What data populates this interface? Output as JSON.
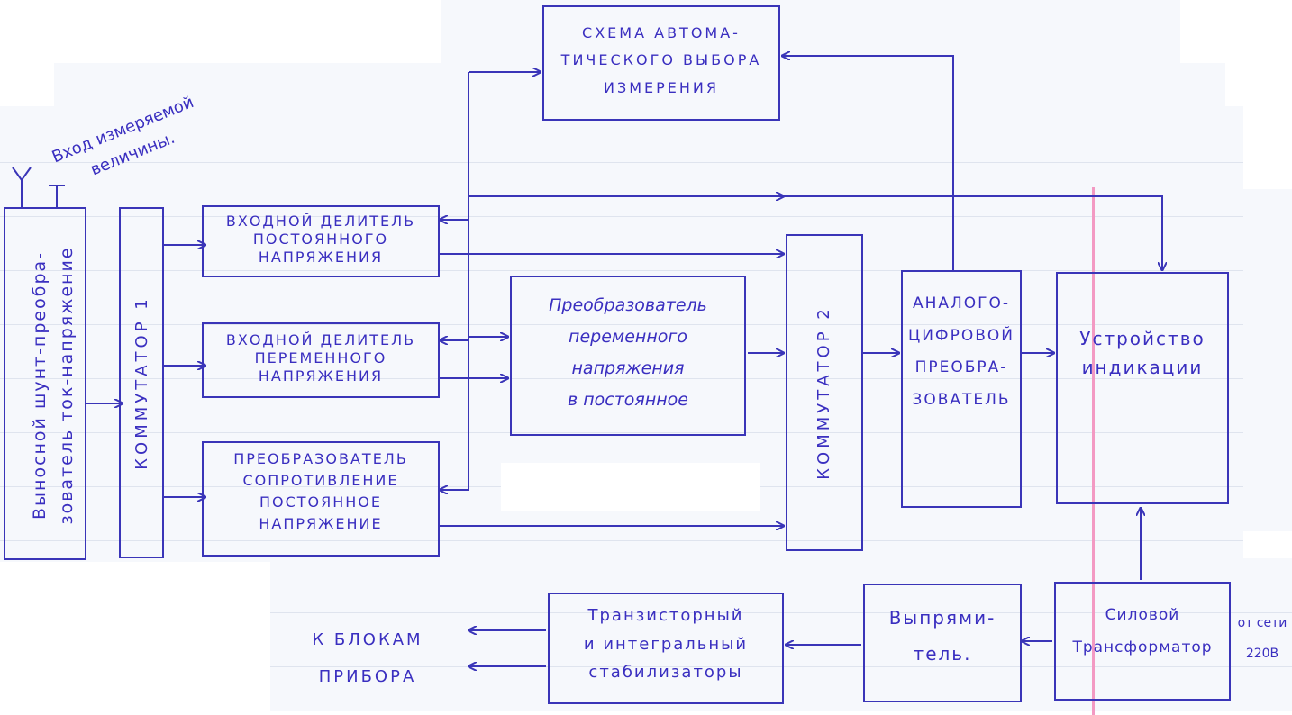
{
  "colors": {
    "ink": "#3a2fc0",
    "margin_line": "#f39ac3",
    "paper": "#f6f8fc"
  },
  "input": {
    "label": "Вход измеряемой величины."
  },
  "blocks": {
    "shunt": "Выносной шунт-преобра-\nзователь ток-напряжение",
    "kommutator1": "КОММУТАТОР 1",
    "dc_divider": "ВХОДНОЙ ДЕЛИТЕЛЬ\nПОСТОЯННОГО\nНАПРЯЖЕНИЯ",
    "ac_divider": "ВХОДНОЙ ДЕЛИТЕЛЬ\nПЕРЕМЕННОГО\nНАПРЯЖЕНИЯ",
    "res_converter": "ПРЕОБРАЗОВАТЕЛЬ\nСОПРОТИВЛЕНИЕ\nПОСТОЯННОЕ\nНАПРЯЖЕНИЕ",
    "auto_select": "СХЕМА АВТОМА-\nТИЧЕСКОГО ВЫБОРА\nИЗМЕРЕНИЯ",
    "ac_dc_converter": "Преобразователь\nпеременного\nнапряжения\nв постоянное",
    "kommutator2": "КОММУТАТОР 2",
    "adc": "АНАЛОГО-\nЦИФРОВОЙ\nПРЕОБРА-\nЗОВАТЕЛЬ",
    "display": "Устройство\nиндикации",
    "power_transformer": "Силовой\nТрансформатор",
    "rectifier": "Выпрями-\nтель.",
    "stabilizers": "Транзисторный\nи интегральный\nстабилизаторы",
    "to_blocks": "К БЛОКАМ\nПРИБОРА"
  },
  "mains": {
    "label": "от сети\n220В"
  }
}
